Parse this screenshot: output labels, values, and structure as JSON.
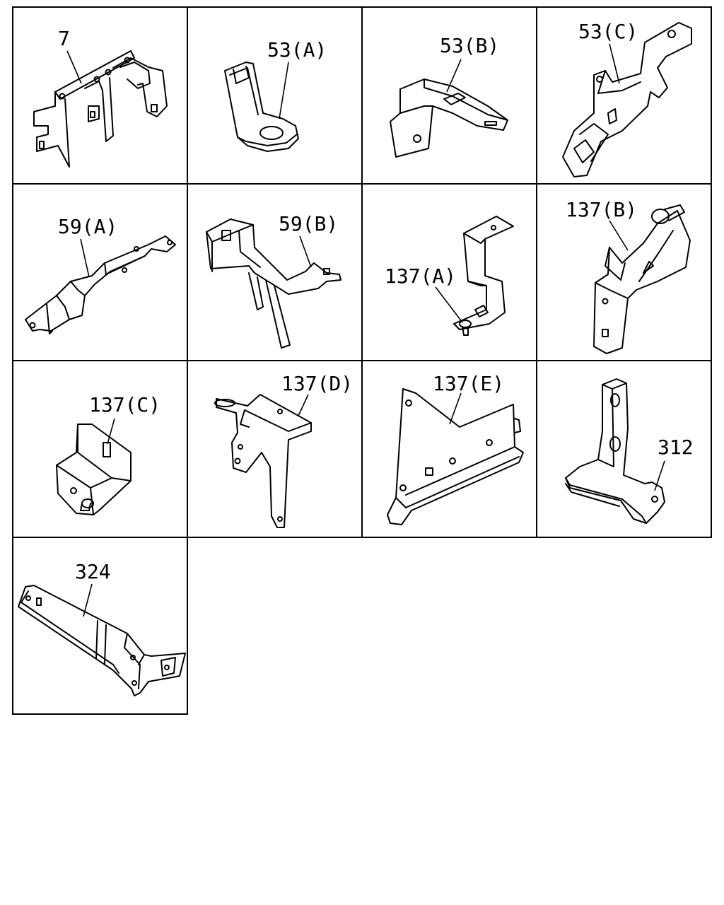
{
  "parts": [
    {
      "id": "p7",
      "label": "7"
    },
    {
      "id": "p53a",
      "label": "53(A)"
    },
    {
      "id": "p53b",
      "label": "53(B)"
    },
    {
      "id": "p53c",
      "label": "53(C)"
    },
    {
      "id": "p59a",
      "label": "59(A)"
    },
    {
      "id": "p59b",
      "label": "59(B)"
    },
    {
      "id": "p137a",
      "label": "137(A)"
    },
    {
      "id": "p137b",
      "label": "137(B)"
    },
    {
      "id": "p137c",
      "label": "137(C)"
    },
    {
      "id": "p137d",
      "label": "137(D)"
    },
    {
      "id": "p137e",
      "label": "137(E)"
    },
    {
      "id": "p312",
      "label": "312"
    },
    {
      "id": "p324",
      "label": "324"
    }
  ],
  "colors": {
    "line": "#000000",
    "background": "#ffffff"
  }
}
